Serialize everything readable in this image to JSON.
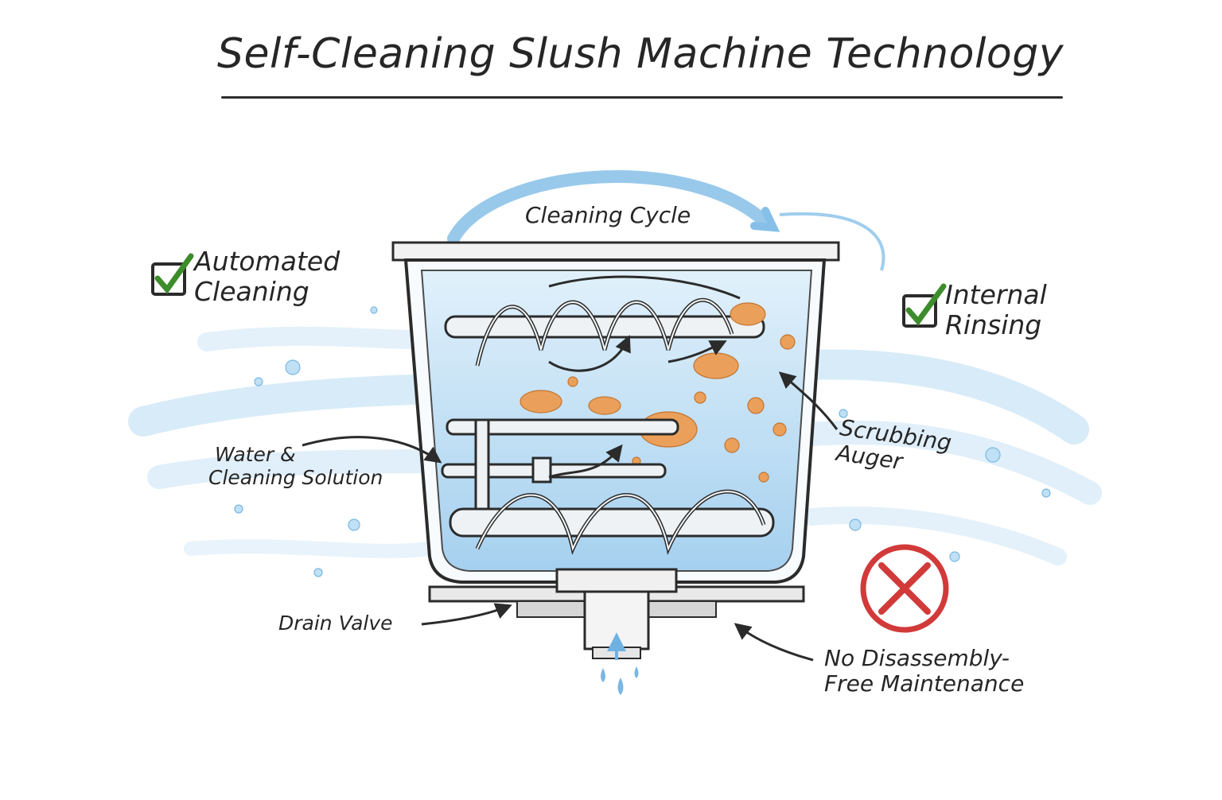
{
  "title": "Self-Cleaning Slush Machine Technology",
  "labels": {
    "cleaning_cycle": "Cleaning Cycle",
    "automated_cleaning": [
      "Automated",
      "Cleaning"
    ],
    "internal_rinsing": [
      "Internal",
      "Rinsing"
    ],
    "water_solution": [
      "Water &",
      "Cleaning Solution"
    ],
    "scrubbing_auger": [
      "Scrubbing",
      "Auger"
    ],
    "drain_valve": "Drain Valve",
    "no_disassembly": [
      "No Disassembly-",
      "Free Maintenance"
    ]
  },
  "colors": {
    "ink": "#2b2b2b",
    "water": "#a9d2ef",
    "water_dark": "#5aa6dd",
    "residue": "#eaa05a",
    "check": "#3d8c2c",
    "cross": "#d23a3a"
  },
  "icons": {
    "automated_cleaning": "checkbox-check-icon",
    "internal_rinsing": "checkbox-check-icon",
    "no_disassembly": "red-x-circle-icon"
  }
}
